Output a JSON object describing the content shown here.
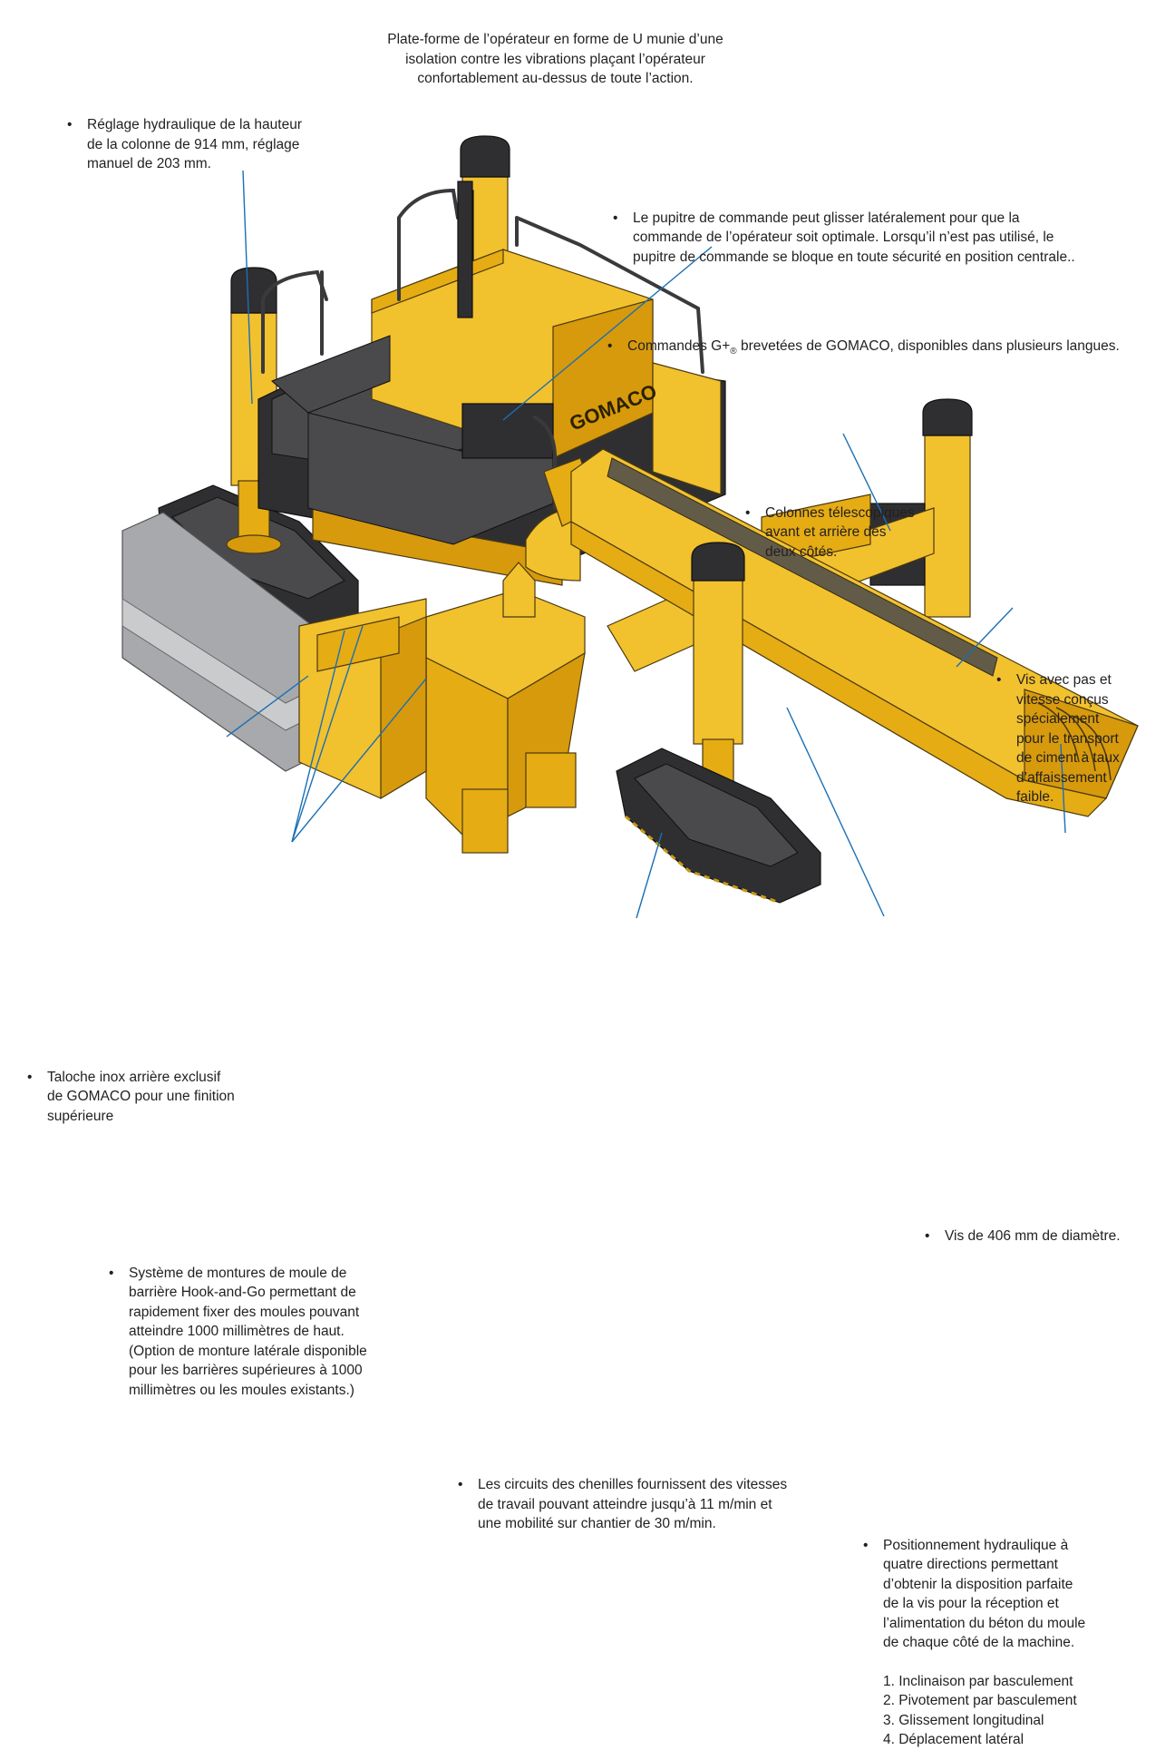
{
  "callouts": {
    "platform": {
      "lines": [
        "Plate-forme de l’opérateur en forme de U munie d’une",
        "isolation contre les vibrations plaçant l’opérateur",
        "confortablement au-dessus de toute l’action."
      ]
    },
    "column_height": {
      "lines": [
        "Réglage hydraulique de la hauteur",
        "de la colonne de 914 mm, réglage",
        "manuel de 203 mm."
      ]
    },
    "console": {
      "lines": [
        "Le pupitre de commande peut glisser latéralement pour que la",
        "commande de l’opérateur soit optimale. Lorsqu’il n’est pas utilisé, le",
        "pupitre de commande se bloque en toute sécurité en position centrale.."
      ]
    },
    "controls": {
      "prefix": "Commandes G+",
      "registered": "®",
      "suffix": " brevetées de GOMACO, disponibles dans plusieurs langues."
    },
    "columns": {
      "lines": [
        "Colonnes télescopiques",
        "avant et arrière des",
        "deux côtés."
      ]
    },
    "auger": {
      "lines": [
        "Vis avec pas et",
        "vitesse conçus",
        "spécialement",
        "pour le transport",
        "de ciment à taux",
        "d’affaissement",
        "faible."
      ]
    },
    "trowel": {
      "lines": [
        "Taloche inox arrière exclusif",
        "de GOMACO pour une finition",
        "supérieure"
      ]
    },
    "auger_diameter": {
      "lines": [
        "Vis de 406 mm de diamètre."
      ]
    },
    "mold_mount": {
      "lines": [
        "Système de montures de moule de",
        "barrière Hook-and-Go permettant de",
        "rapidement fixer des moules pouvant",
        "atteindre 1000 millimètres de haut.",
        "(Option de monture latérale disponible",
        "pour les barrières supérieures à 1000",
        "millimètres ou les moules existants.)"
      ]
    },
    "tracks": {
      "lines": [
        "Les circuits des chenilles fournissent des vitesses",
        "de travail pouvant atteindre jusqu’à 11 m/min et",
        "une mobilité sur chantier de 30 m/min."
      ]
    },
    "positioning": {
      "lines": [
        "Positionnement hydraulique à",
        "quatre directions permettant",
        "d’obtenir la disposition parfaite",
        "de la vis pour la réception et",
        "l’alimentation du béton du moule",
        "de chaque côté de la machine."
      ],
      "list": [
        "1. Inclinaison par basculement",
        "2. Pivotement par basculement",
        "3. Glissement longitudinal",
        "4. Déplacement latéral"
      ]
    }
  },
  "machine": {
    "brand_text": "GOMACO",
    "colors": {
      "body": "#f2c12e",
      "shade": "#d79a0c",
      "dark": "#2f2f31",
      "trowel": "#a7a9ac",
      "leader": "#1a6fb5"
    }
  }
}
